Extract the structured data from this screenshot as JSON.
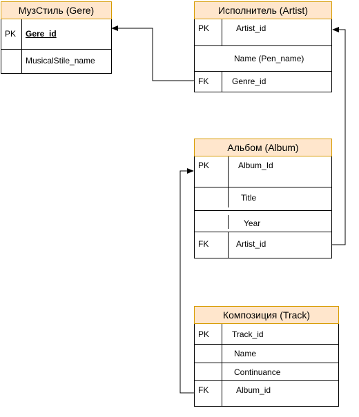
{
  "entities": {
    "genre": {
      "title": "МузСтиль (Gere)",
      "rows": [
        {
          "key": "PK",
          "name": "Gere_id"
        },
        {
          "key": "",
          "name": "MusicalStile_name"
        }
      ]
    },
    "artist": {
      "title": "Исполнитель (Artist)",
      "rows": [
        {
          "key": "PK",
          "name": "Artist_id"
        },
        {
          "key": "",
          "name": "Name (Pen_name)"
        },
        {
          "key": "FK",
          "name": "Genre_id"
        }
      ]
    },
    "album": {
      "title": "Альбом (Album)",
      "rows": [
        {
          "key": "PK",
          "name": "Album_Id"
        },
        {
          "key": "",
          "name": "Title"
        },
        {
          "key": "",
          "name": "Year"
        },
        {
          "key": "FK",
          "name": "Artist_id"
        }
      ]
    },
    "track": {
      "title": "Композиция (Track)",
      "rows": [
        {
          "key": "PK",
          "name": "Track_id"
        },
        {
          "key": "",
          "name": "Name"
        },
        {
          "key": "",
          "name": "Continuance"
        },
        {
          "key": "FK",
          "name": "Album_id"
        }
      ]
    }
  },
  "colors": {
    "header_fill": "#ffe6cc",
    "header_border": "#d79b00",
    "line": "#000000"
  }
}
